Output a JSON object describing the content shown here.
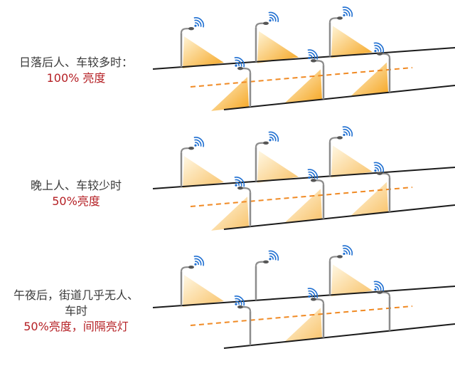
{
  "palette": {
    "road": "#1a1a1a",
    "centerline": "#f08a24",
    "pole": "#8c8c8c",
    "beam": "#f5a623",
    "signal": "#1f6fd1",
    "text": "#3a3a3a",
    "highlight": "#b52025"
  },
  "panels": [
    {
      "id": "panel-1",
      "label_line1": "日落后人、车较多时：",
      "label_line2": "",
      "label_line3": "100% 亮度",
      "brightness_pct": 100,
      "lamp_pattern": "all-on"
    },
    {
      "id": "panel-2",
      "label_line1": "晚上人、车较少时",
      "label_line2": "",
      "label_line3": "50%亮度",
      "brightness_pct": 50,
      "lamp_pattern": "all-on"
    },
    {
      "id": "panel-3",
      "label_line1": "午夜后，街道几乎无人、",
      "label_line2": "车时",
      "label_line3": "50%亮度，间隔亮灯",
      "brightness_pct": 50,
      "lamp_pattern": "alternate"
    }
  ]
}
